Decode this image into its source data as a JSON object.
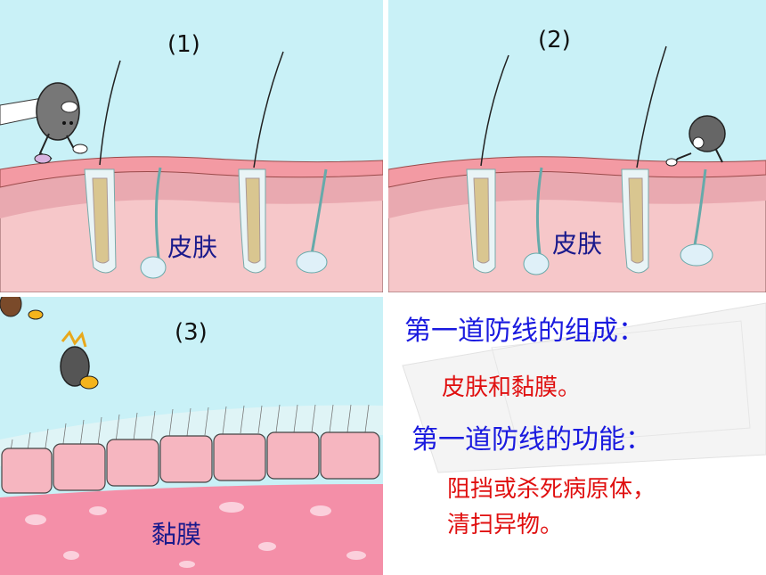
{
  "panels": [
    {
      "number": "(1)",
      "tissue": "皮肤"
    },
    {
      "number": "(2)",
      "tissue": "皮肤"
    },
    {
      "number": "(3)",
      "tissue": "黏膜"
    }
  ],
  "text": {
    "heading1": "第一道防线的组成：",
    "answer1": "皮肤和黏膜。",
    "heading2": "第一道防线的功能：",
    "answer2_line1": "阻挡或杀死病原体，",
    "answer2_line2": "清扫异物。"
  },
  "colors": {
    "sky": "#c9f1f7",
    "skin_band": "#f3a6ad",
    "dermis": "#f6c7c9",
    "mucosa": "#f48fa8",
    "heading": "#1a1adf",
    "answer": "#e01010",
    "tissue_label": "#1a1a8c"
  }
}
